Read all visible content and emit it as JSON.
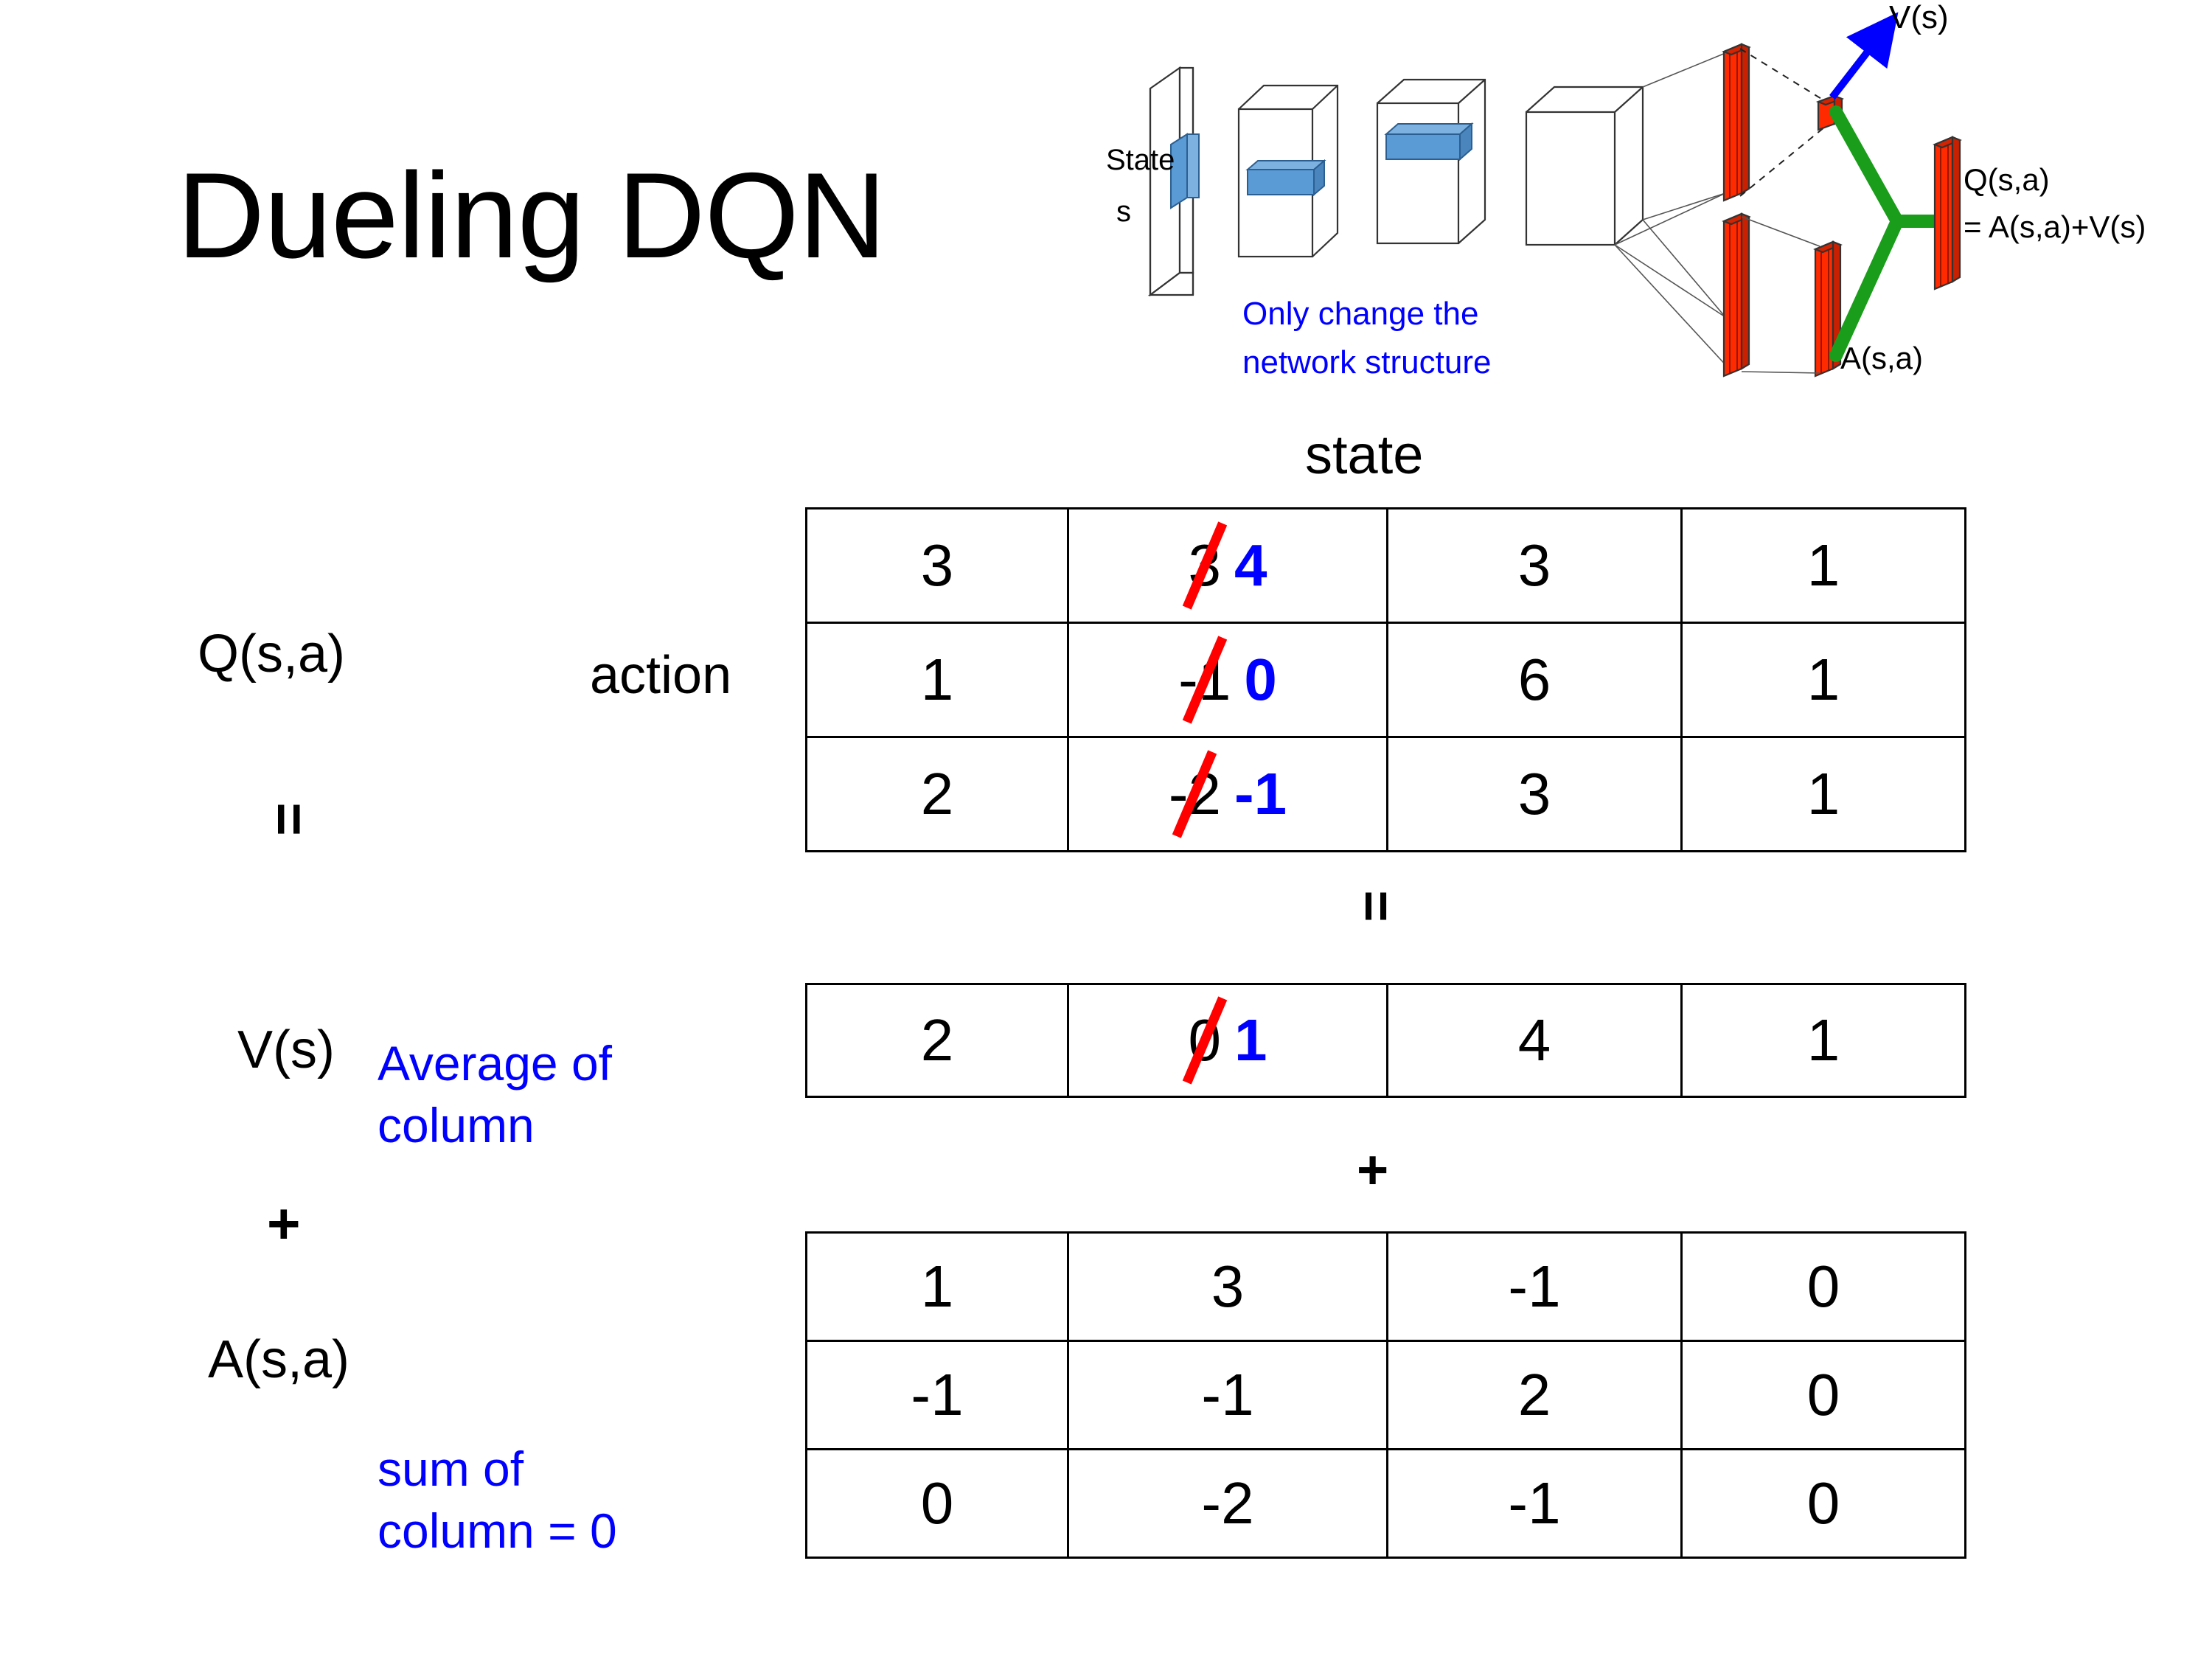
{
  "slide": {
    "title": "Dueling DQN"
  },
  "diagram": {
    "state_label_line1": "State",
    "state_label_line2": "s",
    "note_line1": "Only change the",
    "note_line2": "network structure",
    "value_label": "V(s)",
    "advantage_label": "A(s,a)",
    "q_label_line1": "Q(s,a)",
    "q_label_line2": "= A(s,a)+V(s)",
    "colors": {
      "note": "#0000ff",
      "arrow": "#0000ff",
      "combine": "#1a9d1a",
      "bar": "#ff2a00",
      "conv": "#5b9bd5"
    }
  },
  "labels": {
    "q": "Q(s,a)",
    "v": "V(s)",
    "a": "A(s,a)",
    "state": "state",
    "action": "action",
    "eq_left": "=",
    "plus_left": "+",
    "eq_mid": "=",
    "plus_mid": "+",
    "note_average": "Average of\ncolumn",
    "note_sum": "sum of\ncolumn = 0",
    "note_color": "#0000ff"
  },
  "chart_data": {
    "type": "table",
    "title": "Dueling DQN value decomposition",
    "column_axis": "state",
    "row_axis": "action",
    "tables": [
      {
        "name": "Q(s,a)",
        "rows": [
          [
            {
              "value": "3"
            },
            {
              "value": "3",
              "struck": true,
              "new_value": "4"
            },
            {
              "value": "3"
            },
            {
              "value": "1"
            }
          ],
          [
            {
              "value": "1"
            },
            {
              "value": "-1",
              "struck": true,
              "new_value": "0"
            },
            {
              "value": "6"
            },
            {
              "value": "1"
            }
          ],
          [
            {
              "value": "2"
            },
            {
              "value": "-2",
              "struck": true,
              "new_value": "-1"
            },
            {
              "value": "3"
            },
            {
              "value": "1"
            }
          ]
        ]
      },
      {
        "name": "V(s)",
        "rows": [
          [
            {
              "value": "2"
            },
            {
              "value": "0",
              "struck": true,
              "new_value": "1"
            },
            {
              "value": "4"
            },
            {
              "value": "1"
            }
          ]
        ]
      },
      {
        "name": "A(s,a)",
        "rows": [
          [
            {
              "value": "1"
            },
            {
              "value": "3"
            },
            {
              "value": "-1"
            },
            {
              "value": "0"
            }
          ],
          [
            {
              "value": "-1"
            },
            {
              "value": "-1"
            },
            {
              "value": "2"
            },
            {
              "value": "0"
            }
          ],
          [
            {
              "value": "0"
            },
            {
              "value": "-2"
            },
            {
              "value": "-1"
            },
            {
              "value": "0"
            }
          ]
        ]
      }
    ],
    "relation": "Q(s,a) = V(s) + A(s,a)",
    "strike_color": "#ff0000",
    "new_value_color": "#0000ff"
  }
}
